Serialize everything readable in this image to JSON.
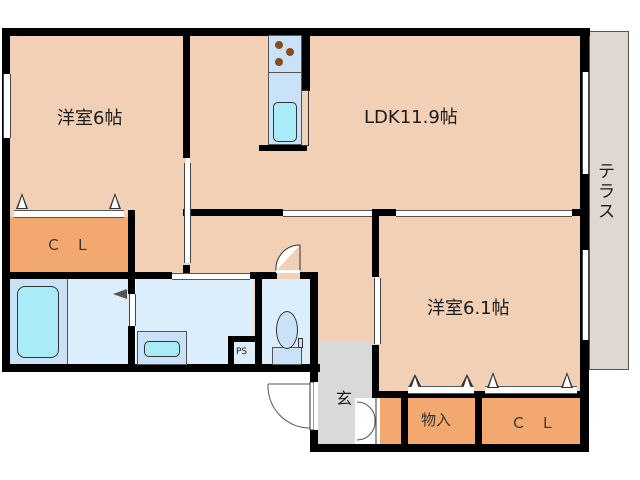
{
  "floorplan": {
    "rooms": {
      "bedroom_west": {
        "label": "洋室6帖"
      },
      "ldk": {
        "label": "LDK11.9帖"
      },
      "bedroom_east": {
        "label": "洋室6.1帖"
      },
      "closet_west": {
        "label": "ＣＬ"
      },
      "closet_east": {
        "label": "ＣＬ"
      },
      "storage": {
        "label": "物入"
      },
      "entrance": {
        "label": "玄"
      },
      "terrace": {
        "label": "テラス"
      },
      "pipe_space": {
        "label": "PS"
      }
    },
    "colors": {
      "room_floor": "#f2d0b5",
      "closet": "#f2a86e",
      "wet_area": "#dceefb",
      "entrance": "#d9d9d9",
      "terrace": "#e0d7d1",
      "wall": "#000000",
      "fixture": "#a9ecf7",
      "burner": "#8b4a1c"
    }
  }
}
